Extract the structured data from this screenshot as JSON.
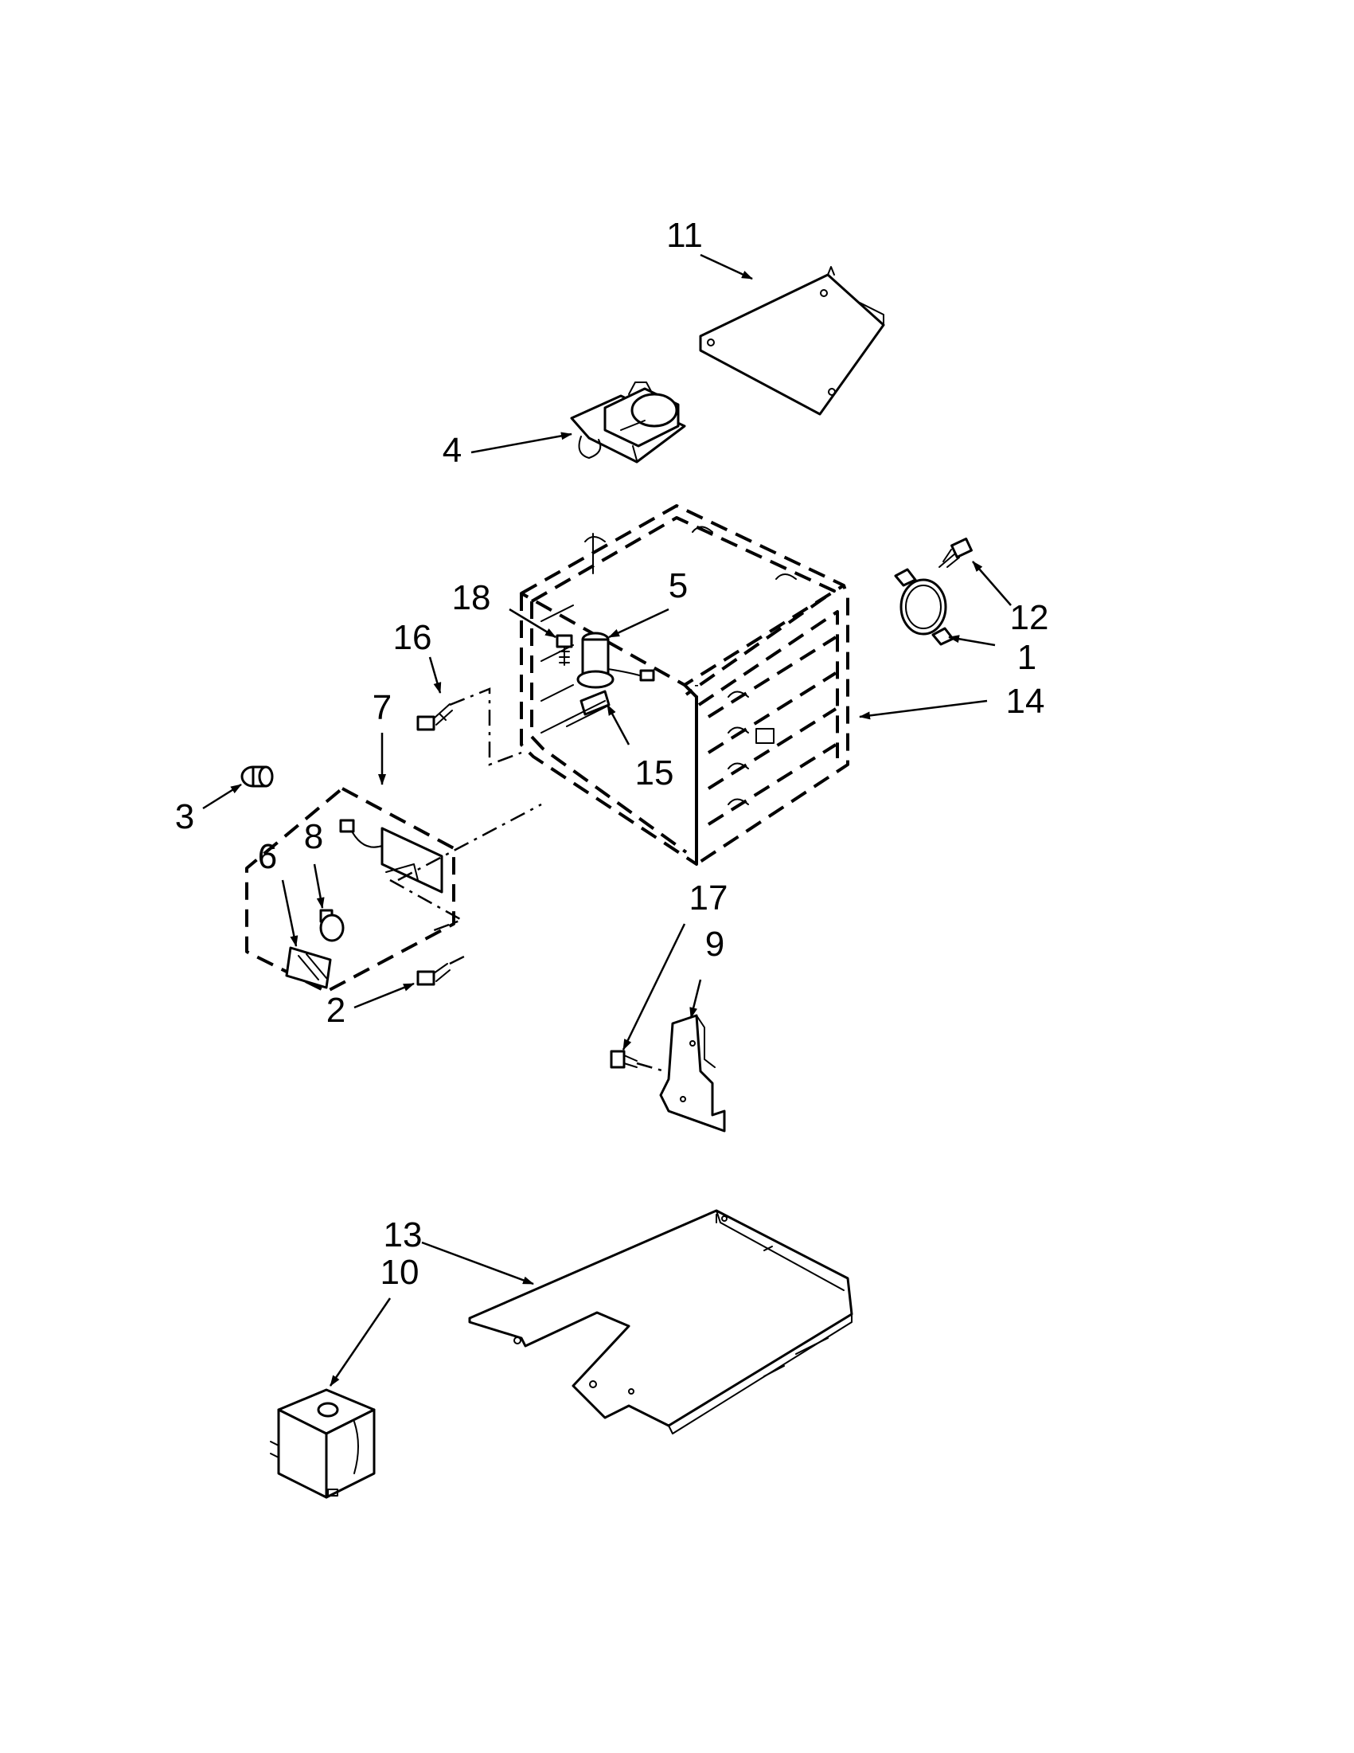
{
  "labels": {
    "l1": "1",
    "l2": "2",
    "l3": "3",
    "l4": "4",
    "l5": "5",
    "l6": "6",
    "l7": "7",
    "l8": "8",
    "l9": "9",
    "l10": "10",
    "l11": "11",
    "l12": "12",
    "l13": "13",
    "l14": "14",
    "l15": "15",
    "l16": "16",
    "l17": "17",
    "l18": "18"
  },
  "icons": {
    "bracket": "top-bracket-icon",
    "switch": "door-lock-switch-icon",
    "cavity": "oven-cavity-icon",
    "thermostat": "thermostat-icon",
    "screw": "screw-icon",
    "light": "oven-light-assembly-icon",
    "bulb": "light-bulb-icon",
    "lens": "lens-icon",
    "bottom": "bottom-panel-icon",
    "box": "electrical-box-icon",
    "mount": "mounting-bracket-icon"
  }
}
